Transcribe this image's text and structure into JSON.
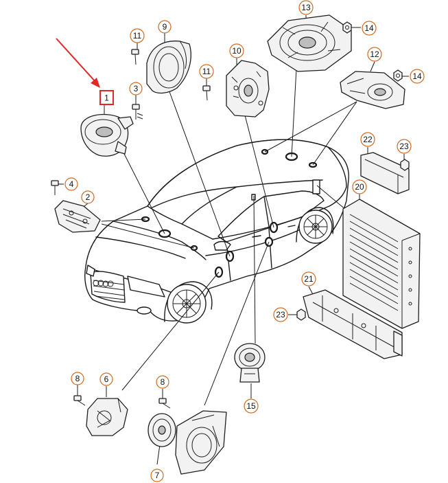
{
  "callouts": [
    {
      "id": "c1",
      "label": "1",
      "highlight": true
    },
    {
      "id": "c2",
      "label": "2"
    },
    {
      "id": "c3",
      "label": "3"
    },
    {
      "id": "c4",
      "label": "4"
    },
    {
      "id": "c6",
      "label": "6"
    },
    {
      "id": "c7",
      "label": "7"
    },
    {
      "id": "c8a",
      "label": "8"
    },
    {
      "id": "c8b",
      "label": "8"
    },
    {
      "id": "c9",
      "label": "9"
    },
    {
      "id": "c10",
      "label": "10"
    },
    {
      "id": "c11a",
      "label": "11"
    },
    {
      "id": "c11b",
      "label": "11"
    },
    {
      "id": "c12",
      "label": "12"
    },
    {
      "id": "c13",
      "label": "13"
    },
    {
      "id": "c14a",
      "label": "14"
    },
    {
      "id": "c14b",
      "label": "14"
    },
    {
      "id": "c15",
      "label": "15"
    },
    {
      "id": "c20",
      "label": "20"
    },
    {
      "id": "c21",
      "label": "21"
    },
    {
      "id": "c22",
      "label": "22"
    },
    {
      "id": "c23a",
      "label": "23"
    },
    {
      "id": "c23b",
      "label": "23"
    }
  ],
  "colors": {
    "callout_ring": "#d2691e",
    "highlight": "#e32626",
    "line": "#1a1a1a"
  },
  "icons": {
    "pointer": "red-arrow-icon"
  }
}
